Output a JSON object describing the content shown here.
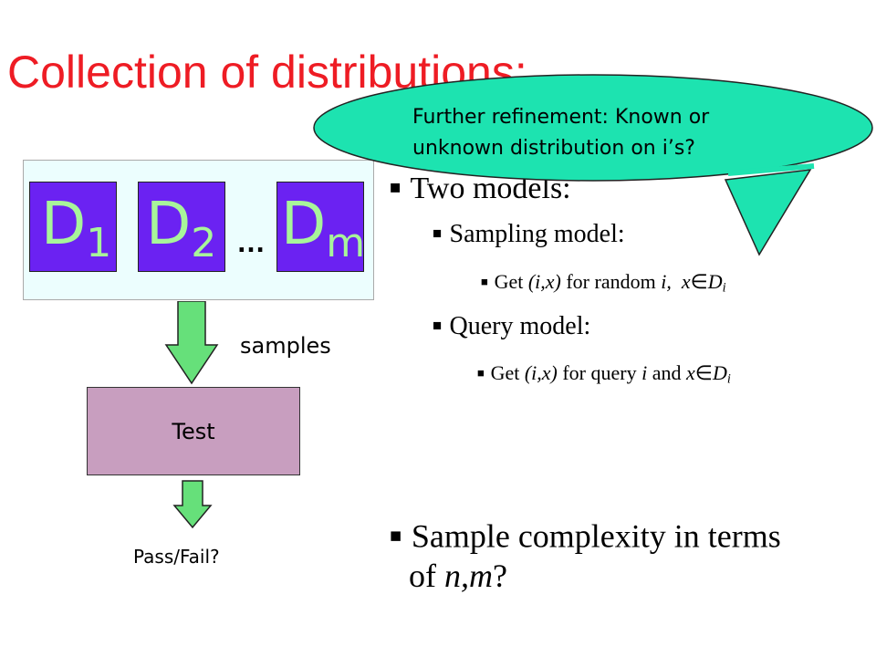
{
  "slide": {
    "title": "Collection of distributions:",
    "distributions": {
      "d1": {
        "base": "D",
        "sub": "1"
      },
      "d2": {
        "base": "D",
        "sub": "2"
      },
      "ellipsis": "…",
      "dm": {
        "base": "D",
        "sub": "m"
      }
    },
    "samples_label": "samples",
    "test_label": "Test",
    "result_label": "Pass/Fail?",
    "callout": {
      "line1": "Further refinement:  Known or",
      "line2": "unknown distribution on i’s?"
    },
    "bullets": {
      "two_models": "Two models:",
      "sampling_model": "Sampling model:",
      "sampling_detail": {
        "get": "Get",
        "pair": "(i,x)",
        "mid": "for random",
        "i": "i,",
        "x": "x",
        "in": "∈",
        "D": "D",
        "sub": "i"
      },
      "query_model": "Query model:",
      "query_detail": {
        "get": "Get",
        "pair": "(i,x)",
        "mid": "for query",
        "i": "i",
        "and": "and",
        "x": "x",
        "in": "∈",
        "D": "D",
        "sub": "i"
      },
      "complexity": {
        "line1": "Sample complexity in terms",
        "of": "of",
        "nm": "n,m",
        "q": "?"
      }
    },
    "colors": {
      "title": "#ee1c24",
      "dist_box": "#6b22f2",
      "dist_text": "#a8f59a",
      "arrow": "#66e07a",
      "callout": "#1de3b0",
      "test_box": "#c89ebf"
    }
  }
}
